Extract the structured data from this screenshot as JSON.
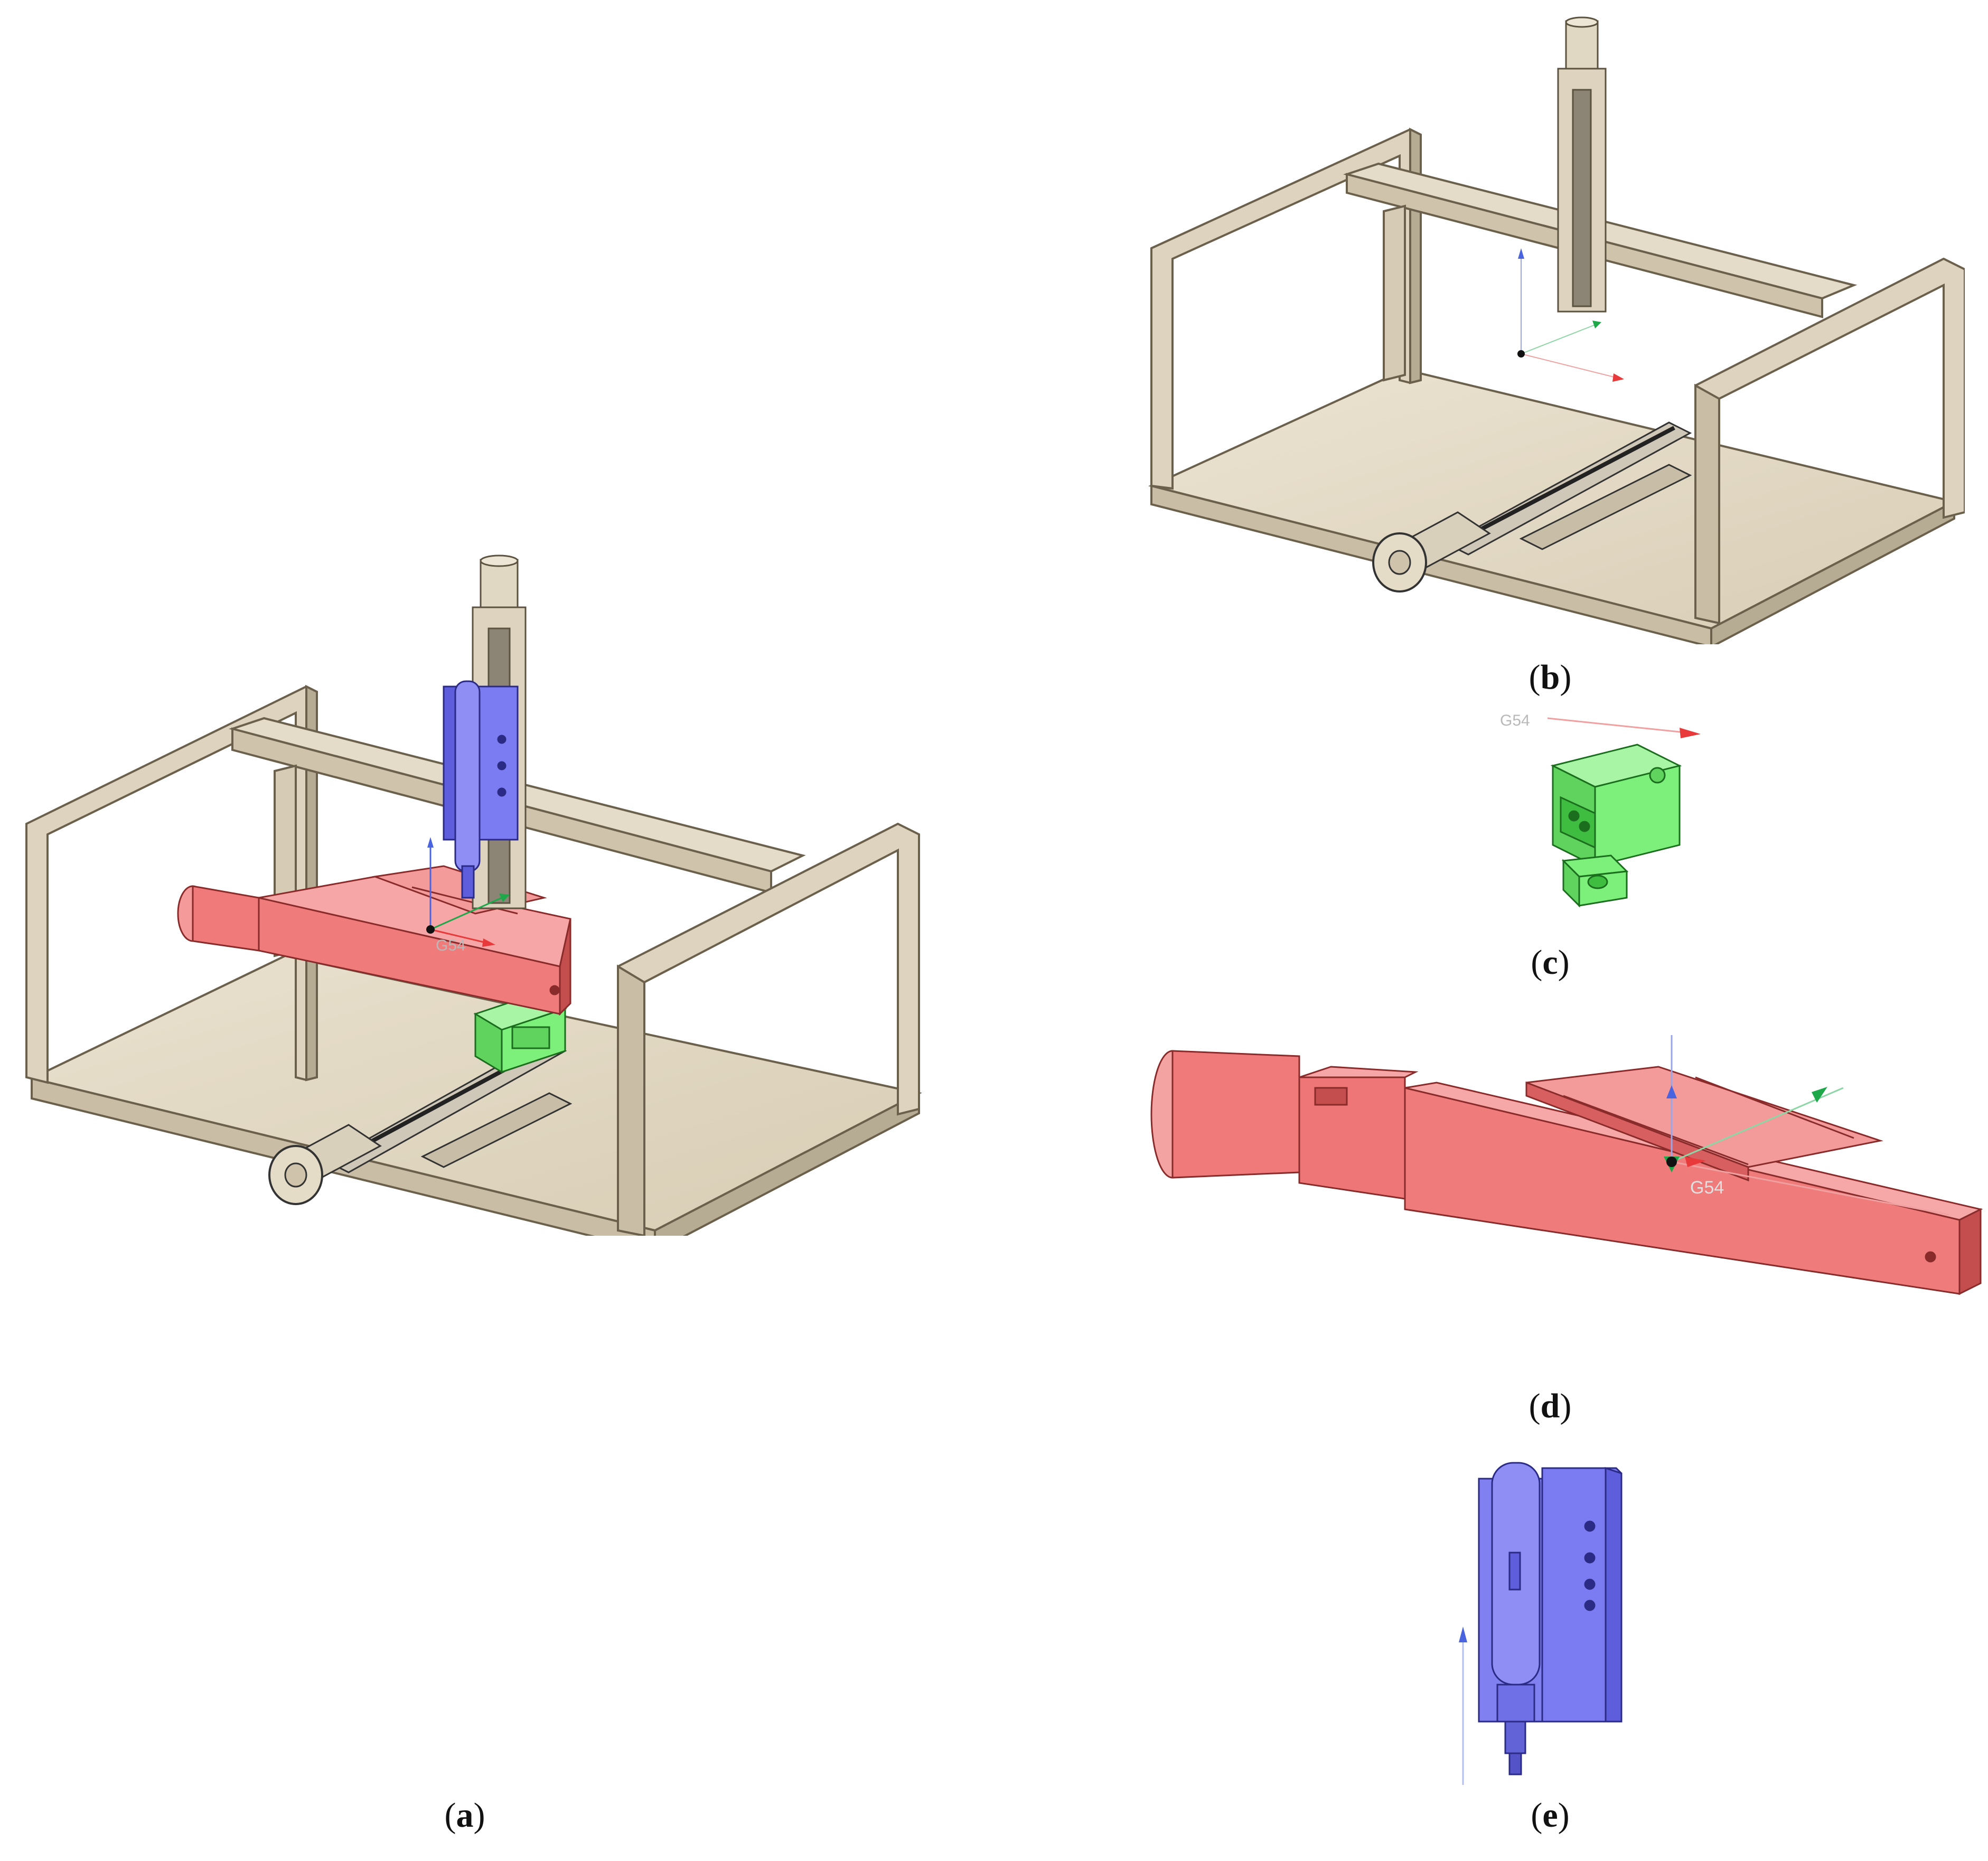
{
  "colors": {
    "frame": "#ddd3bf",
    "frame_dark": "#b6ab93",
    "frame_edge": "#6b604c",
    "x_axis_part": "#f07a7a",
    "x_axis_part_dark": "#c44d4d",
    "y_axis_part": "#7cf07a",
    "y_axis_part_dark": "#3fbd40",
    "z_axis_part": "#7c7cf2",
    "z_axis_part_dark": "#4a4ac4",
    "axis_x_arrow": "#e83a3a",
    "axis_y_arrow": "#1ea84a",
    "axis_z_arrow": "#4a64e0"
  },
  "panels": {
    "a": {
      "label": "a"
    },
    "b": {
      "label": "b"
    },
    "c": {
      "label": "c",
      "origin_text": "G54"
    },
    "d": {
      "label": "d",
      "origin_text": "G54"
    },
    "e": {
      "label": "e"
    }
  },
  "origin_text_full": "G54"
}
